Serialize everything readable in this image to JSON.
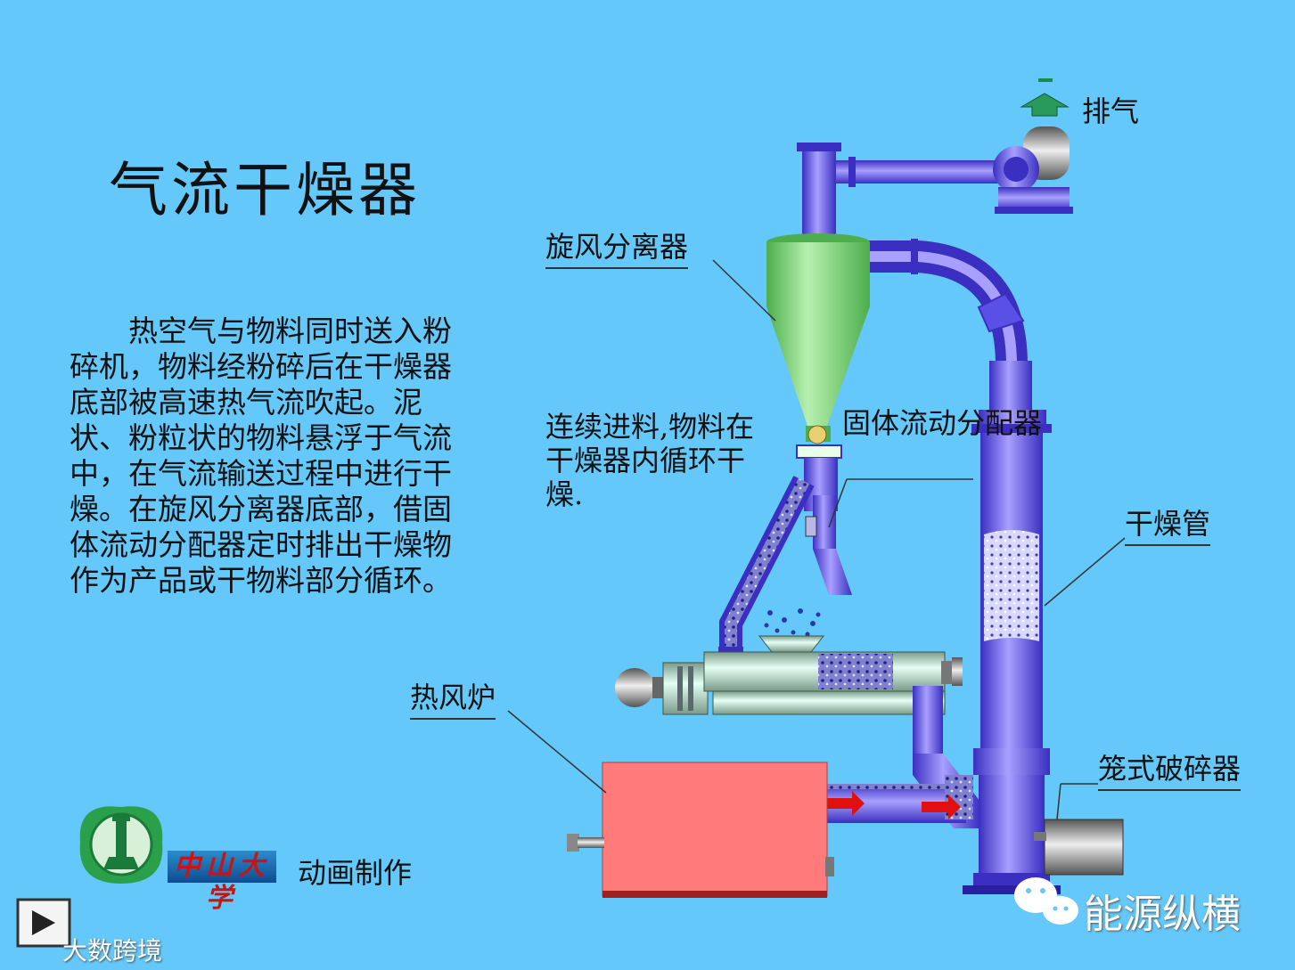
{
  "title": "气流干燥器",
  "description": "热空气与物料同时送入粉碎机，物料经粉碎后在干燥器底部被高速热气流吹起。泥状、粉粒状的物料悬浮于气流中，在气流输送过程中进行干燥。在旋风分离器底部，借固体流动分配器定时排出干燥物作为产品或干物料部分循环。",
  "labels": {
    "exhaust": "排气",
    "cyclone": "旋风分离器",
    "distributor": "固体流动分配器",
    "feed_note": "连续进料,物料在干燥器内循环干燥.",
    "drying_tube": "干燥管",
    "furnace": "热风炉",
    "crusher": "笼式破碎器"
  },
  "credits": {
    "institution": "中山大学",
    "animation": "动画制作"
  },
  "watermarks": {
    "wechat": "能源纵横",
    "corner": "大数跨境"
  },
  "colors": {
    "background": "#64c8fa",
    "pipe": "#5a50e6",
    "cyclone": "#8ee08e",
    "furnace": "#ff7a7a",
    "conveyor": "#c8ece0",
    "arrow": "#e01010"
  },
  "icons": [
    "play-icon",
    "wechat-icon",
    "university-logo-icon",
    "exhaust-arrow-icon"
  ]
}
